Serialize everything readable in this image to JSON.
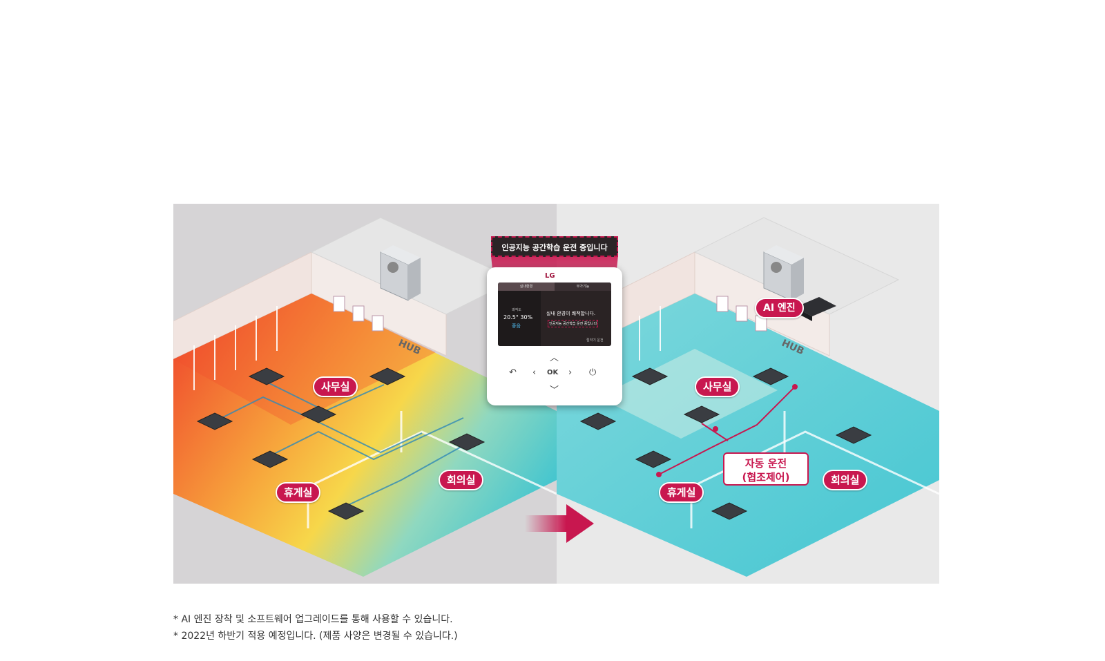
{
  "banner": "인공지능 공간학습 운전 중입니다",
  "controller": {
    "brand": "LG",
    "tab_left": "실내환경",
    "tab_right": "부가기능",
    "temp_label": "쾌적도",
    "temp": "20.5° 30%",
    "mode": "좋음",
    "message": "실내 환경이 쾌적합니다.",
    "sub_message": "인공지능 공간학습 운전 중입니다",
    "footer": "절약기 운전",
    "key_ok": "OK"
  },
  "before": {
    "rooms": {
      "office": "사무실",
      "lounge": "휴게실",
      "meeting": "회의실"
    },
    "hub_sign": "HUB"
  },
  "after": {
    "rooms": {
      "office": "사무실",
      "lounge": "휴게실",
      "meeting": "회의실"
    },
    "hub_sign": "HUB",
    "ai_engine": "AI 엔진",
    "auto_line1": "자동 운전",
    "auto_line2": "(협조제어)"
  },
  "footnotes": [
    "* AI 엔진 장착 및 소프트웨어 업그레이드를 통해 사용할 수 있습니다.",
    "* 2022년 하반기 적용 예정입니다. (제품 사양은 변경될 수 있습니다.)"
  ],
  "colors": {
    "accent": "#c8174f",
    "hot": "#f25a3a",
    "warm": "#f7c94a",
    "cool": "#52c9d2"
  }
}
